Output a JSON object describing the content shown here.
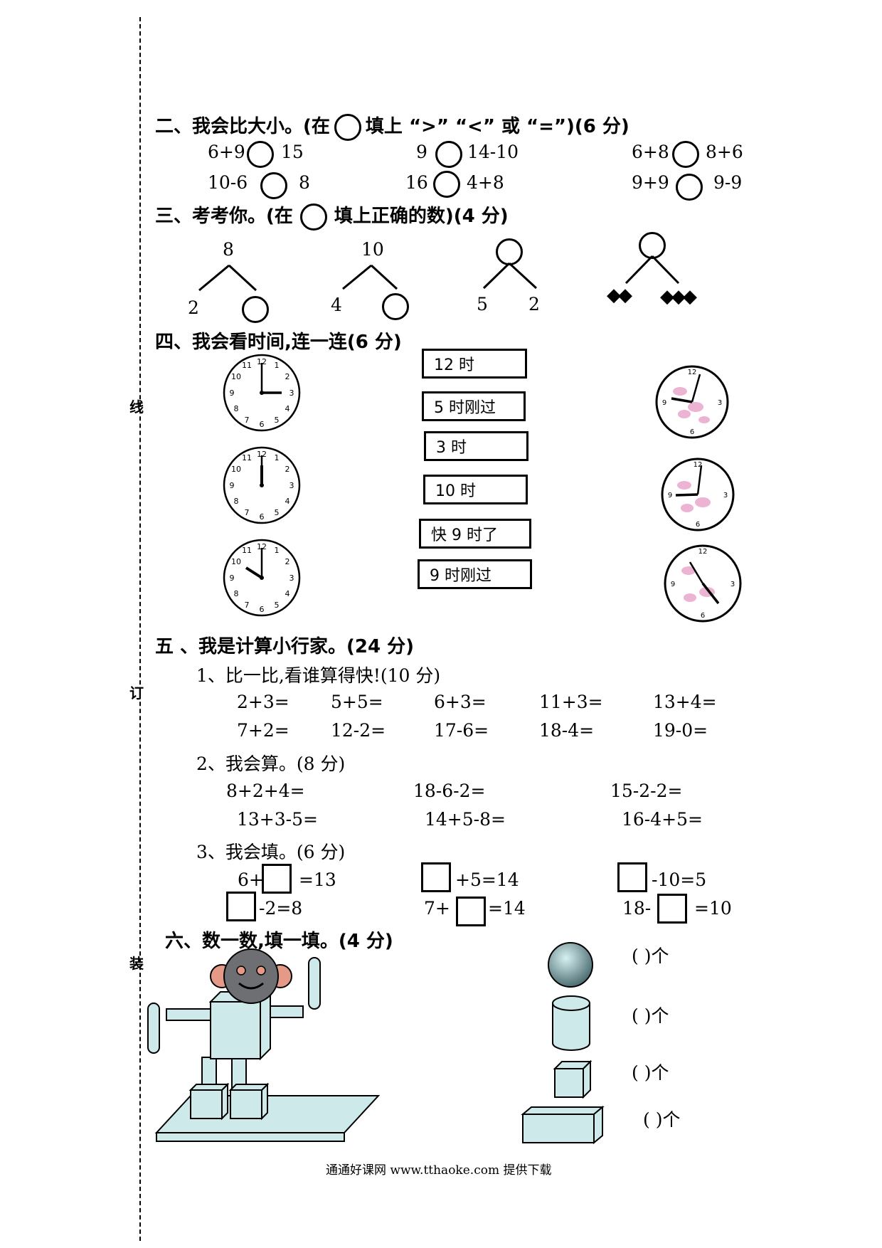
{
  "margin": {
    "line_char": "线",
    "bind_char": "订",
    "seal_char": "装"
  },
  "section2": {
    "title_a": "二、我会比大小。(在",
    "title_b": "填上 “>” “<” 或 “=”)(6 分)",
    "items": [
      {
        "left": "6+9",
        "right": "15"
      },
      {
        "left": "9",
        "right": "14-10"
      },
      {
        "left": "6+8",
        "right": "8+6"
      },
      {
        "left": "10-6",
        "right": "8"
      },
      {
        "left": "16",
        "right": "4+8"
      },
      {
        "left": "9+9",
        "right": "9-9"
      }
    ]
  },
  "section3": {
    "title_a": "三、考考你。(在",
    "title_b": "填上正确的数)(4 分)",
    "trees": [
      {
        "top": "8",
        "left": "2",
        "right": ""
      },
      {
        "top": "10",
        "left": "4",
        "right": ""
      },
      {
        "top": "",
        "left": "5",
        "right": "2"
      },
      {
        "top": "",
        "left": "◆◆",
        "right": "◆◆◆"
      }
    ]
  },
  "section4": {
    "title": "四、我会看时间,连一连(6 分)",
    "labels": [
      "12 时",
      "5 时刚过",
      "3 时",
      "10 时",
      "快 9 时了",
      "9 时刚过"
    ]
  },
  "section5": {
    "title": "五 、我是计算小行家。(24 分)",
    "sub1": "1、比一比,看谁算得快!(10 分)",
    "row1": [
      "2+3=",
      "5+5=",
      "6+3=",
      "11+3=",
      "13+4="
    ],
    "row2": [
      "7+2=",
      "12-2=",
      "17-6=",
      "18-4=",
      "19-0="
    ],
    "sub2": "2、我会算。(8 分)",
    "row3": [
      "8+2+4=",
      "18-6-2=",
      "15-2-2="
    ],
    "row4": [
      "13+3-5=",
      "14+5-8=",
      "16-4+5="
    ],
    "sub3": "3、我会填。(6 分)",
    "fill": {
      "a_pre": "6+",
      "a_post": "=13",
      "b_post": "+5=14",
      "c_post": "-10=5",
      "d_post": "-2=8",
      "e_pre": "7+",
      "e_post": "=14",
      "f_pre": "18-",
      "f_post": "=10"
    }
  },
  "section6": {
    "title": "六、数一数,填一填。(4 分)",
    "count_label": "(    )个"
  },
  "footer": "通通好课网  www.tthaoke.com  提供下载",
  "colors": {
    "shape_fill": "#cde9e9",
    "head_fill": "#6d6f72",
    "ear_fill": "#e49a86",
    "flower": "#e9a6cc"
  }
}
